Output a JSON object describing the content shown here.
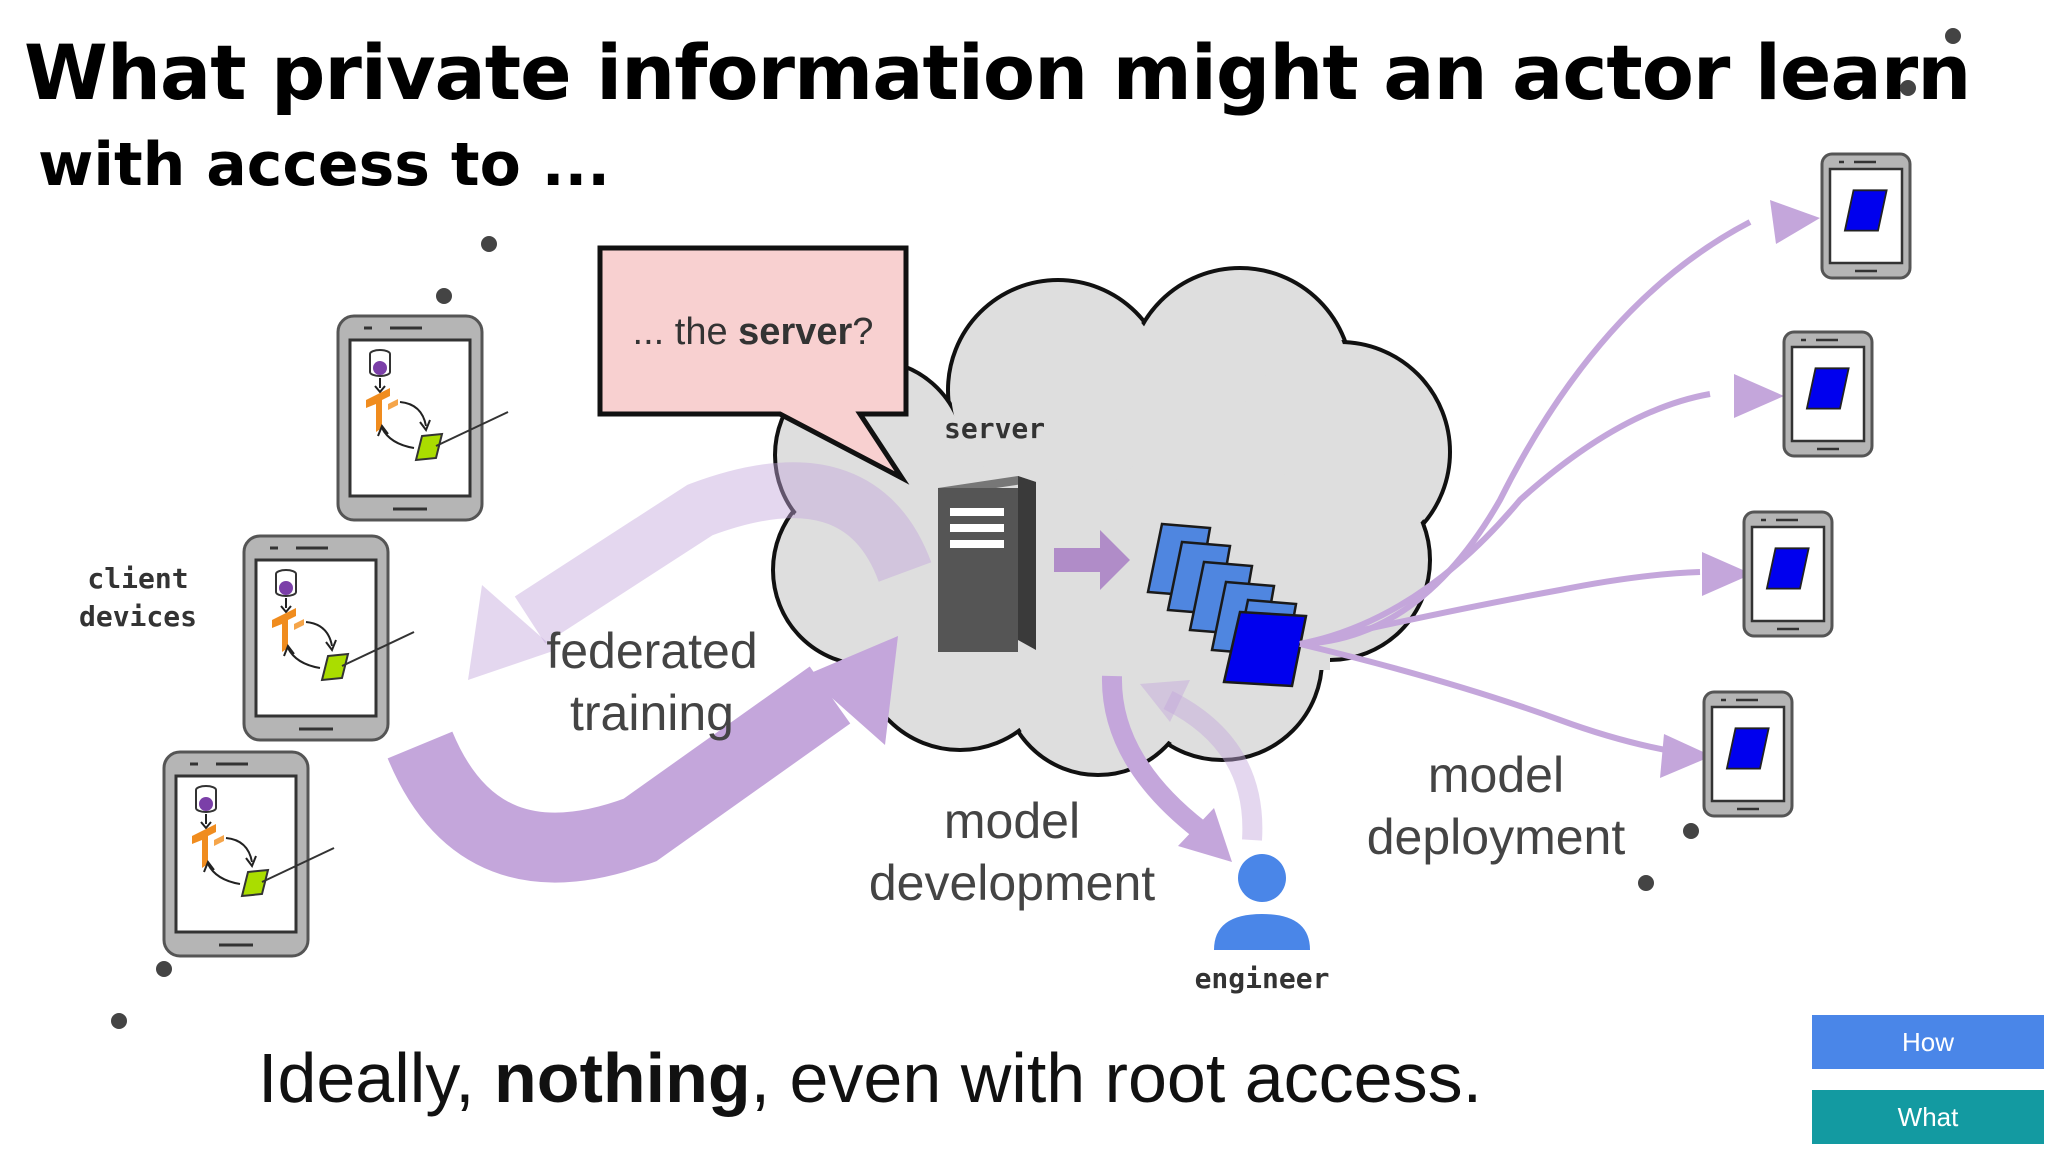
{
  "slide": {
    "title": "What private information might an actor learn",
    "subtitle": "with access to ...",
    "callout": {
      "prefix": "... the ",
      "emphasis": "server",
      "suffix": "?"
    },
    "bottom": {
      "prefix": "Ideally, ",
      "emphasis": "nothing",
      "suffix": ", even with root access."
    }
  },
  "diagram": {
    "client_label_line1": "client",
    "client_label_line2": "devices",
    "server_label": "server",
    "federated_line1": "federated",
    "federated_line2": "training",
    "development_line1": "model",
    "development_line2": "development",
    "deployment_line1": "model",
    "deployment_line2": "deployment",
    "engineer_label": "engineer",
    "icons": [
      "phone-icon",
      "database-icon",
      "tensorflow-logo-icon",
      "model-icon",
      "server-rack-icon",
      "person-icon",
      "cloud-shape"
    ],
    "colors": {
      "flow_arrow": "#c4a6db",
      "callout_fill": "#f8d0d0",
      "cloud_fill": "#dedede",
      "model_stack": "#4f86e0",
      "deployed_model": "#0000ee",
      "client_model": "#aadd00",
      "tensorflow": "#f08c1e",
      "engineer": "#4a86e8"
    }
  },
  "nav": {
    "how_label": "How",
    "what_label": "What"
  }
}
